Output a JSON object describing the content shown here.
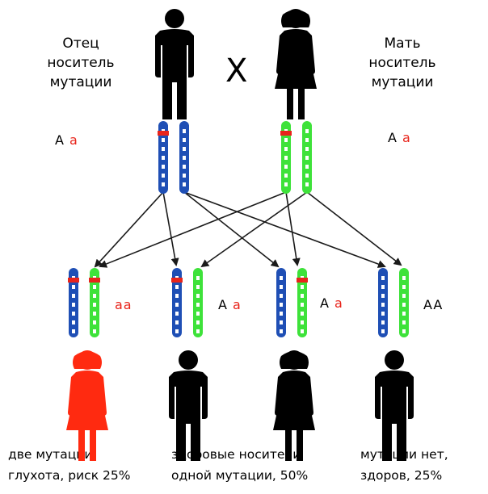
{
  "father": {
    "label_line1": "Отец",
    "label_line2": "носитель",
    "label_line3": "мутации",
    "genotype_dominant": "A",
    "genotype_recessive": "a"
  },
  "mother": {
    "label_line1": "Мать",
    "label_line2": "носитель",
    "label_line3": "мутации",
    "genotype_dominant": "A",
    "genotype_recessive": "a"
  },
  "cross_symbol": "X",
  "children": [
    {
      "genotype_dominant": "",
      "genotype_recessive": "aa",
      "figure": "female",
      "affected": true
    },
    {
      "genotype_dominant": "A",
      "genotype_recessive": "a",
      "figure": "male",
      "affected": false
    },
    {
      "genotype_dominant": "A",
      "genotype_recessive": "a",
      "figure": "female",
      "affected": false
    },
    {
      "genotype_dominant": "AA",
      "genotype_recessive": "",
      "figure": "male",
      "affected": false
    }
  ],
  "captions": {
    "affected_line1": "две мутации,",
    "affected_line2": "глухота, риск 25%",
    "carriers_line1": "здоровые носители",
    "carriers_line2": "одной мутации, 50%",
    "healthy_line1": "мутации нет,",
    "healthy_line2": "здоров, 25%"
  },
  "colors": {
    "paternal_chromosome": "#1f4fb5",
    "maternal_chromosome": "#3ee23a",
    "mutation_band": "#e8241b",
    "affected_figure": "#ff2a10",
    "figure": "#000000"
  }
}
